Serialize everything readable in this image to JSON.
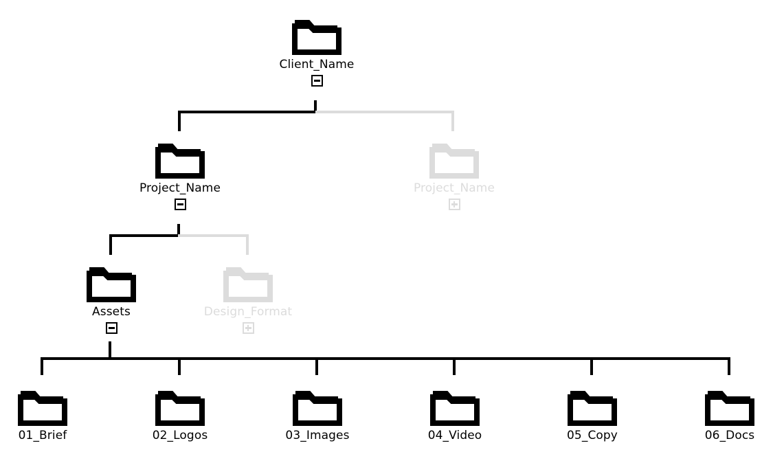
{
  "diagram": {
    "title": "Folder structure tree",
    "type": "folder-tree",
    "colors": {
      "active": "#000000",
      "collapsed": "#dcdcdc",
      "background": "#ffffff"
    },
    "icons": {
      "folder": "folder-icon",
      "expand": "plus-expander-icon",
      "collapse": "minus-expander-icon"
    },
    "nodes": [
      {
        "id": "client-name",
        "label": "Client_Name",
        "level": 0,
        "state": "expanded",
        "expander": "minus",
        "dim": false
      },
      {
        "id": "project-name-active",
        "label": "Project_Name",
        "level": 1,
        "state": "expanded",
        "expander": "minus",
        "dim": false
      },
      {
        "id": "project-name-collapsed",
        "label": "Project_Name",
        "level": 1,
        "state": "collapsed",
        "expander": "plus",
        "dim": true
      },
      {
        "id": "assets",
        "label": "Assets",
        "level": 2,
        "state": "expanded",
        "expander": "minus",
        "dim": false
      },
      {
        "id": "design-format",
        "label": "Design_Format",
        "level": 2,
        "state": "collapsed",
        "expander": "plus",
        "dim": true
      },
      {
        "id": "leaf-01-brief",
        "label": "01_Brief",
        "level": 3,
        "state": "leaf",
        "expander": "none",
        "dim": false
      },
      {
        "id": "leaf-02-logos",
        "label": "02_Logos",
        "level": 3,
        "state": "leaf",
        "expander": "none",
        "dim": false
      },
      {
        "id": "leaf-03-images",
        "label": "03_Images",
        "level": 3,
        "state": "leaf",
        "expander": "none",
        "dim": false
      },
      {
        "id": "leaf-04-video",
        "label": "04_Video",
        "level": 3,
        "state": "leaf",
        "expander": "none",
        "dim": false
      },
      {
        "id": "leaf-05-copy",
        "label": "05_Copy",
        "level": 3,
        "state": "leaf",
        "expander": "none",
        "dim": false
      },
      {
        "id": "leaf-06-docs",
        "label": "06_Docs",
        "level": 3,
        "state": "leaf",
        "expander": "none",
        "dim": false
      }
    ]
  }
}
